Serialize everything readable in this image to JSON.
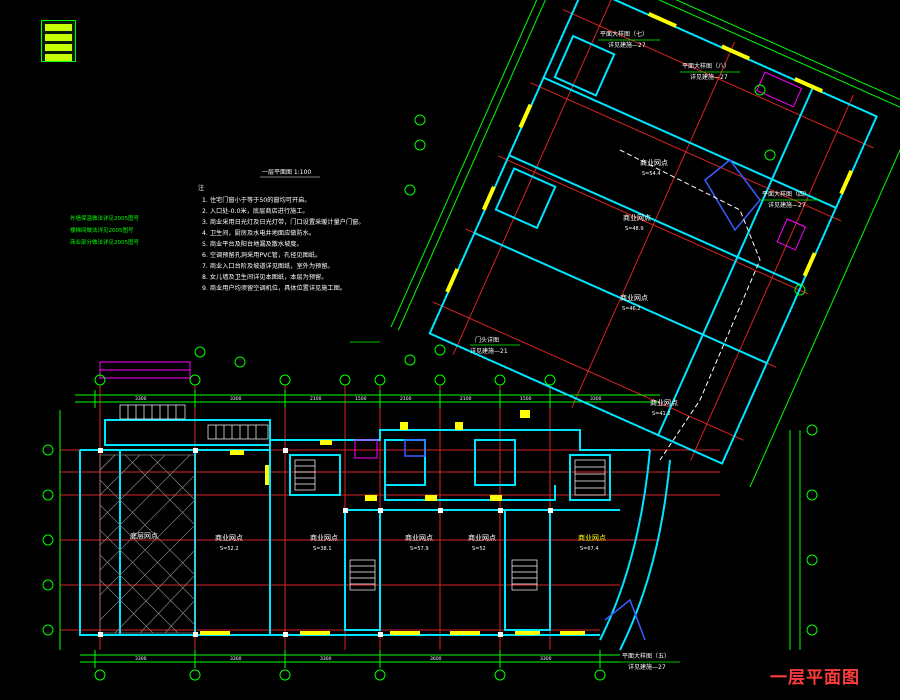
{
  "drawing": {
    "title": "一层平面图",
    "scale_label": "一层平面图 1:100",
    "notes_header": "注",
    "notes": [
      "1. 住宅门窗小于等于50的窗均可开启。",
      "2. 入口处-0.0米，底层商店进行施工。",
      "3. 商业采用日光灯及日光灯带，门口设置采暖计量户门窗。",
      "4. 卫生间，厨房及水电井地面应做防水。",
      "5. 商业平台及阳台地漏及散水坡度。",
      "6. 空调预留孔洞采用PVC管，孔径见图纸。",
      "7. 商业入口台阶及坡道详见图纸，室外为预留。",
      "8. 女儿墙及卫生间详见本图纸，本层为预留。",
      "9. 商业用户均须留空调机位，具体位置详见施工图。"
    ],
    "side_labels": [
      "外墙保温做法详见2005图号",
      "楼梯间做法详见2005图号",
      "商业部分做法详见2005图号"
    ]
  },
  "rooms": [
    {
      "name": "商业网点",
      "area": "S=52.2"
    },
    {
      "name": "商业网点",
      "area": "S=38.1"
    },
    {
      "name": "商业网点",
      "area": "S=57.9"
    },
    {
      "name": "商业网点",
      "area": "S=52"
    },
    {
      "name": "底层网点",
      "area": ""
    },
    {
      "name": "商业网点",
      "area": "S=67.4"
    },
    {
      "name": "商业网点",
      "area": "S=41.2"
    },
    {
      "name": "商业网点",
      "area": "S=46.2"
    },
    {
      "name": "商业网点",
      "area": "S=48.9"
    },
    {
      "name": "商业网点",
      "area": "S=54.4"
    }
  ],
  "section_labels": [
    "平面大样图（七）",
    "平面大样图（八）",
    "平面大样图（四）",
    "门头详图",
    "平面大样图（五）"
  ],
  "section_refs": [
    "详见建施—27",
    "详见建施—27",
    "详见建施—27",
    "详见建施—21",
    "详见建施—27"
  ],
  "colors": {
    "background": "#000000",
    "axis": "#ff2a2a",
    "dimension": "#00ff00",
    "wall": "#00e5ff",
    "window": "#ffff00",
    "label": "#ffffff",
    "furniture": "#ff00ff",
    "title": "#ff3b3b"
  }
}
